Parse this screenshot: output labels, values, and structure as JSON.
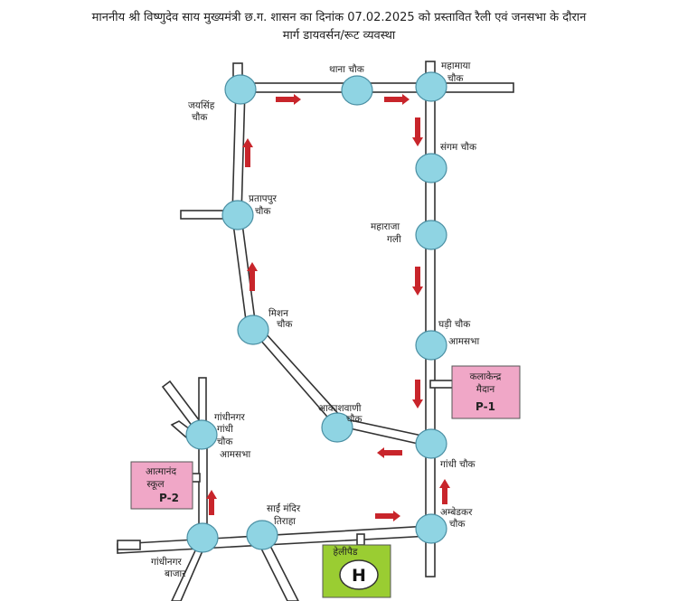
{
  "title": {
    "line1": "माननीय श्री विष्णुदेव साय मुख्यमंत्री छ.ग. शासन का दिनांक 07.02.2025 को प्रस्तावित रैली एवं जनसभा के दौरान",
    "line2": "मार्ग डायवर्सन/रूट व्यवस्था"
  },
  "labels": {
    "thana_chowk": "थाना चौक",
    "mahamaya_1": "महामाया",
    "mahamaya_2": "चौक",
    "jaisingh_1": "जयसिंह",
    "jaisingh_2": "चौक",
    "sangam": "संगम चौक",
    "pratappur_1": "प्रतापपुर",
    "pratappur_2": "चौक",
    "maharaja_1": "महाराजा",
    "maharaja_2": "गली",
    "mission_1": "मिशन",
    "mission_2": "चौक",
    "ghadi_1": "घड़ी चौक",
    "ghadi_2": "आमसभा",
    "kalakendra_1": "कलाकेन्द्र",
    "kalakendra_2": "मैदान",
    "p1": "P-1",
    "akashvani_1": "आकाशवाणी",
    "akashvani_2": "चौक",
    "gandhinagar_1": "गांधीनगर",
    "gandhinagar_2": "गांधी",
    "gandhinagar_3": "चौक",
    "gandhinagar_4": "आमसभा",
    "atmanand_1": "आत्मानंद",
    "atmanand_2": "स्कूल",
    "p2": "P-2",
    "gandhi_chowk": "गांधी चौक",
    "saimandir_1": "साईं मंदिर",
    "saimandir_2": "तिराहा",
    "ambedkar_1": "अम्बेडकर",
    "ambedkar_2": "चौक",
    "gandhinagar_bazar_1": "गांधीनगर",
    "gandhinagar_bazar_2": "बाजार",
    "helipad": "हेलीपैड",
    "h": "H"
  },
  "colors": {
    "node_fill": "#8fd4e3",
    "arrow": "#c8252b",
    "parking_box": "#f0a7c7",
    "helipad_box": "#9acd32"
  }
}
